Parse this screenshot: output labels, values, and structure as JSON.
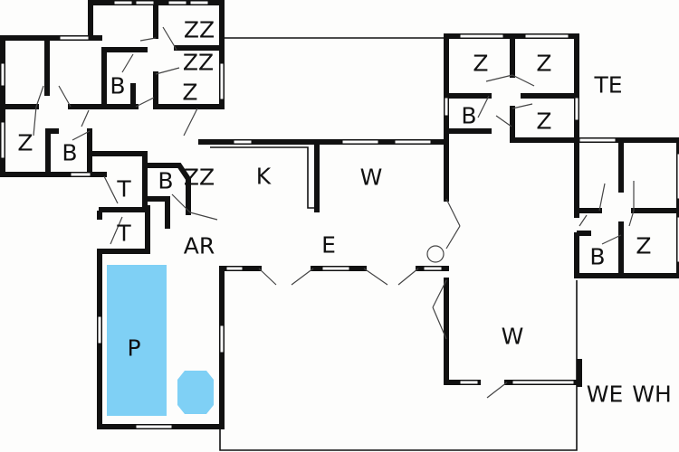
{
  "title": "Floor plan",
  "colors": {
    "wall": "#111111",
    "pool": "#7fd0f5",
    "background": "#fdfdfc"
  },
  "rooms": [
    {
      "id": "zz1",
      "label": "ZZ"
    },
    {
      "id": "zz2",
      "label": "ZZ"
    },
    {
      "id": "z_overlap",
      "label": "Z"
    },
    {
      "id": "b1",
      "label": "B"
    },
    {
      "id": "z1",
      "label": "Z"
    },
    {
      "id": "b2",
      "label": "B"
    },
    {
      "id": "t1",
      "label": "T"
    },
    {
      "id": "b3",
      "label": "B"
    },
    {
      "id": "zz3",
      "label": "ZZ"
    },
    {
      "id": "k",
      "label": "K"
    },
    {
      "id": "w1",
      "label": "W"
    },
    {
      "id": "t2",
      "label": "T"
    },
    {
      "id": "ar",
      "label": "AR"
    },
    {
      "id": "e",
      "label": "E"
    },
    {
      "id": "p",
      "label": "P"
    },
    {
      "id": "w2",
      "label": "W"
    },
    {
      "id": "z2",
      "label": "Z"
    },
    {
      "id": "z3",
      "label": "Z"
    },
    {
      "id": "te",
      "label": "TE"
    },
    {
      "id": "b4",
      "label": "B"
    },
    {
      "id": "z4",
      "label": "Z"
    },
    {
      "id": "b5",
      "label": "B"
    },
    {
      "id": "z5",
      "label": "Z"
    },
    {
      "id": "we",
      "label": "WE"
    },
    {
      "id": "wh",
      "label": "WH"
    }
  ]
}
